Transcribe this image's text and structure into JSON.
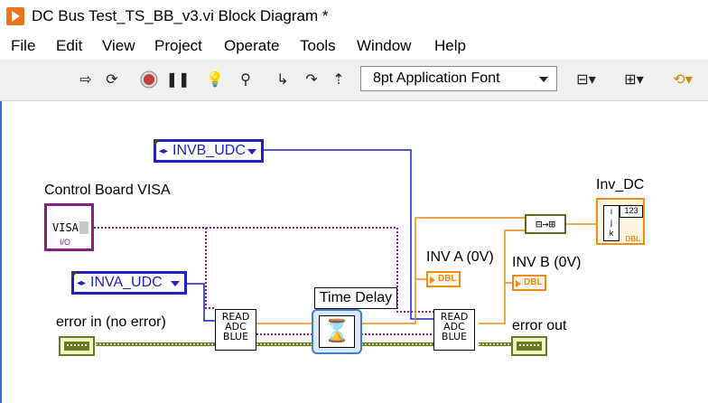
{
  "window": {
    "title": "DC Bus Test_TS_BB_v3.vi Block Diagram *"
  },
  "menu": [
    "File",
    "Edit",
    "View",
    "Project",
    "Operate",
    "Tools",
    "Window",
    "Help"
  ],
  "toolbar": {
    "font_select_value": "8pt Application Font",
    "icons": [
      "run-arrow-icon",
      "run-continuously-icon",
      "abort-icon",
      "pause-icon",
      "highlight-execution-icon",
      "retain-wire-values-icon",
      "step-into-icon",
      "step-over-icon",
      "step-out-icon",
      "align-objects-icon",
      "distribute-objects-icon",
      "reorder-icon"
    ]
  },
  "diagram": {
    "invb_udc": "INVB_UDC",
    "inva_udc": "INVA_UDC",
    "control_board_visa_label": "Control Board VISA",
    "visa_text": "VISA",
    "visa_io": "I/O",
    "error_in_label": "error in (no error)",
    "error_out_label": "error out",
    "subvi_read_adc_blue": [
      "READ",
      "ADC",
      "BLUE"
    ],
    "time_delay_label": "Time Delay",
    "inv_a_label": "INV A (0V)",
    "inv_b_label": "INV B (0V)",
    "dbl_text": "DBL",
    "inv_dc_label": "Inv_DC",
    "cluster_num": "123",
    "colors": {
      "enum_wire": "#1f1fc8",
      "visa_wire": "#8a1e8a",
      "dbl_wire": "#f08c14",
      "error_wire": "#6b7a1c"
    }
  }
}
